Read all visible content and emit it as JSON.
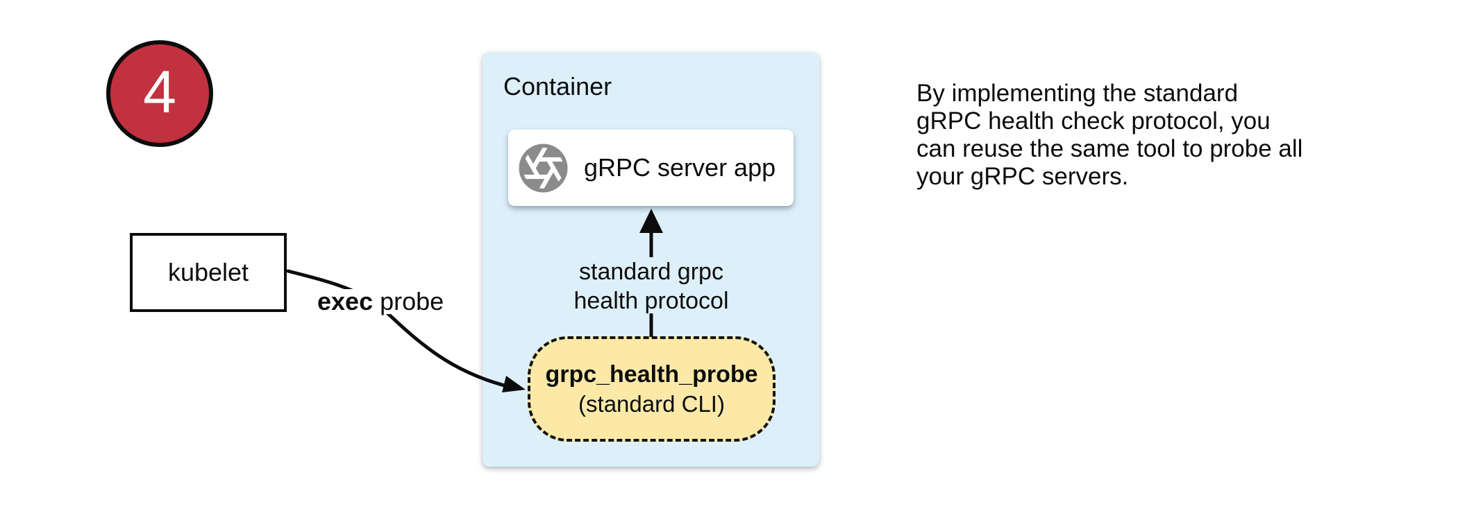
{
  "colors": {
    "badge": "#c1313f",
    "container": "#ddf0fa",
    "probe": "#fce9a8",
    "icon_gray": "#8b8b8b",
    "ink": "#0c0c0c"
  },
  "badge": {
    "number": "4"
  },
  "kubelet": {
    "label": "kubelet"
  },
  "container": {
    "label": "Container",
    "server_box": {
      "label": "gRPC server app",
      "icon": "grpc-aperture-icon"
    },
    "probe_box": {
      "name": "grpc_health_probe",
      "subtitle": "(standard CLI)"
    }
  },
  "edges": {
    "exec_probe": {
      "bold": "exec",
      "rest": " probe"
    },
    "health_protocol": {
      "line1": "standard grpc",
      "line2": "health protocol"
    }
  },
  "note": {
    "lines": [
      "By implementing the standard",
      "gRPC health check protocol, you",
      "can reuse the same tool to probe all",
      "your gRPC servers."
    ]
  }
}
